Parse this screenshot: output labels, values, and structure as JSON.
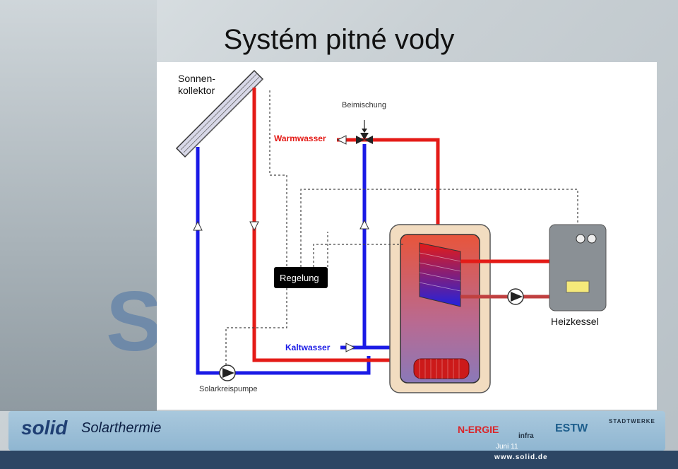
{
  "slide": {
    "title": "Systém pitné vody",
    "subtitle": "Solarthermie",
    "date": "Juni 11",
    "url": "www.solid.de"
  },
  "branding": {
    "solid_logo": "solid",
    "logo_nergie": "N-ERGIE",
    "logo_infra": "infra",
    "logo_estw": "ESTW",
    "logo_stadtwerke": "STADTWERKE"
  },
  "diagram": {
    "labels": {
      "collector": [
        "Sonnen-",
        "kollektor"
      ],
      "mixing": "Beimischung",
      "hot_water": "Warmwasser",
      "control": "Regelung",
      "cold_water": "Kaltwasser",
      "boiler": "Heizkessel",
      "pump": "Solarkreispumpe"
    },
    "colors": {
      "hot": "#e41b17",
      "cold": "#1a1ae6",
      "control_line": "#444444",
      "tank_insulation": "#f2dcc0",
      "boiler_body": "#8a9095"
    }
  }
}
